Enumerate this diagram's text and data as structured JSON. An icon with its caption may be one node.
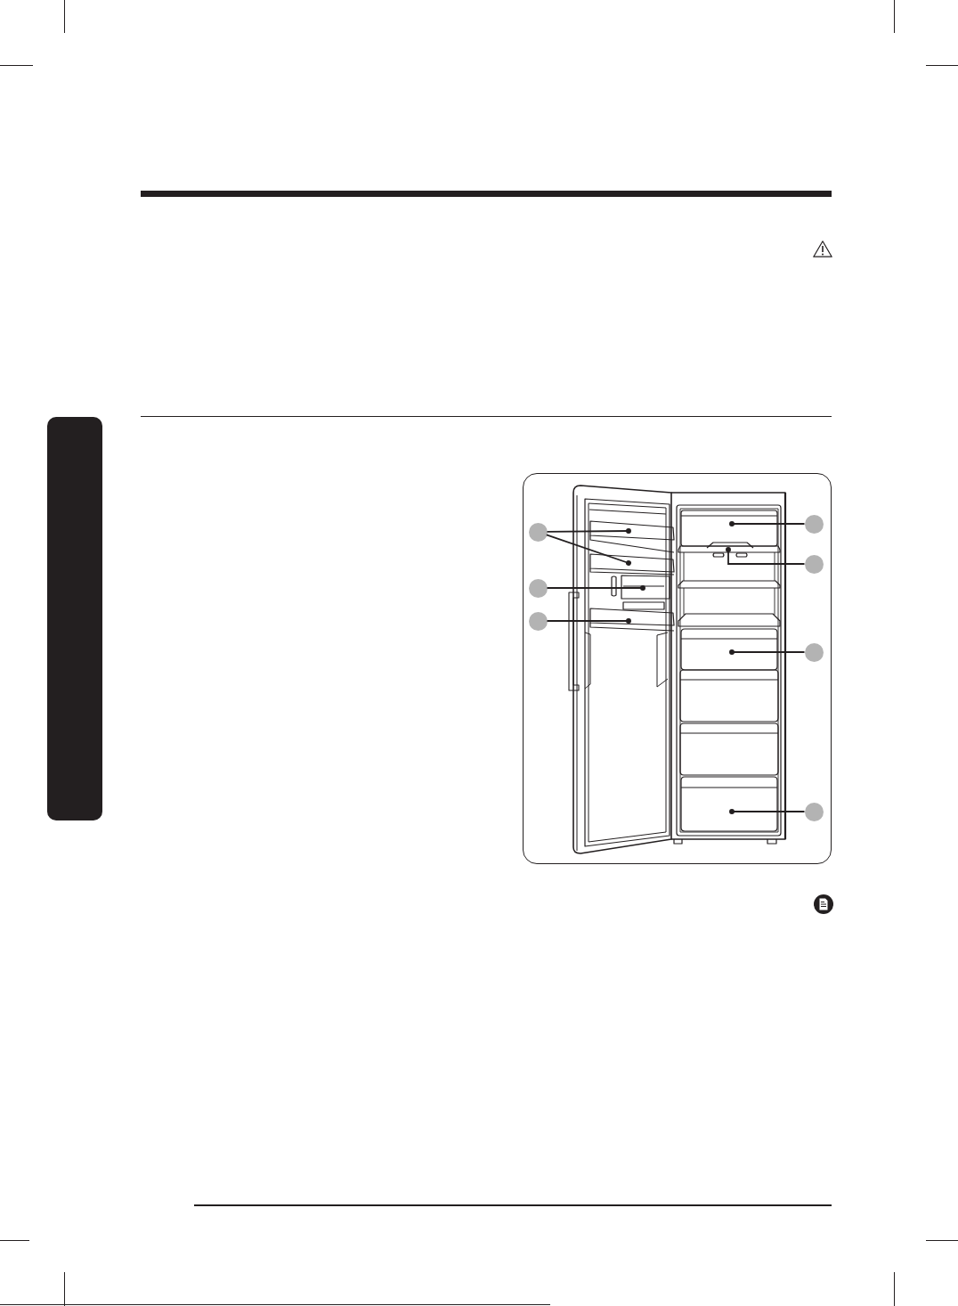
{
  "diagram": {
    "nodes": [
      {
        "text": [],
        "shape": "circle"
      },
      {
        "text": [],
        "shape": "circle"
      },
      {
        "text": [],
        "shape": "circle"
      },
      {
        "text": [],
        "shape": "circle"
      },
      {
        "text": [],
        "shape": "circle"
      },
      {
        "text": [],
        "shape": "circle"
      },
      {
        "text": [],
        "shape": "circle"
      },
      {
        "text": [],
        "shape": "box"
      },
      {
        "text": [],
        "shape": "box"
      },
      {
        "text": [],
        "shape": "box"
      },
      {
        "text": [],
        "shape": "box"
      },
      {
        "text": [],
        "shape": "box"
      },
      {
        "text": [],
        "shape": "box"
      },
      {
        "text": [],
        "shape": "box"
      },
      {
        "text": [],
        "shape": "box"
      },
      {
        "text": [],
        "shape": "bar"
      }
    ],
    "edges": [
      {
        "from": 0,
        "to": 7,
        "arrow": "other"
      },
      {
        "from": 0,
        "to": 8,
        "arrow": "other"
      },
      {
        "from": 1,
        "to": 9,
        "arrow": "other"
      },
      {
        "from": 2,
        "to": 10,
        "arrow": "other"
      },
      {
        "from": 3,
        "to": 11,
        "arrow": "other"
      },
      {
        "from": 4,
        "to": 12,
        "arrow": "other"
      },
      {
        "from": 5,
        "to": 13,
        "arrow": "other"
      },
      {
        "from": 6,
        "to": 14,
        "arrow": "other"
      }
    ]
  }
}
